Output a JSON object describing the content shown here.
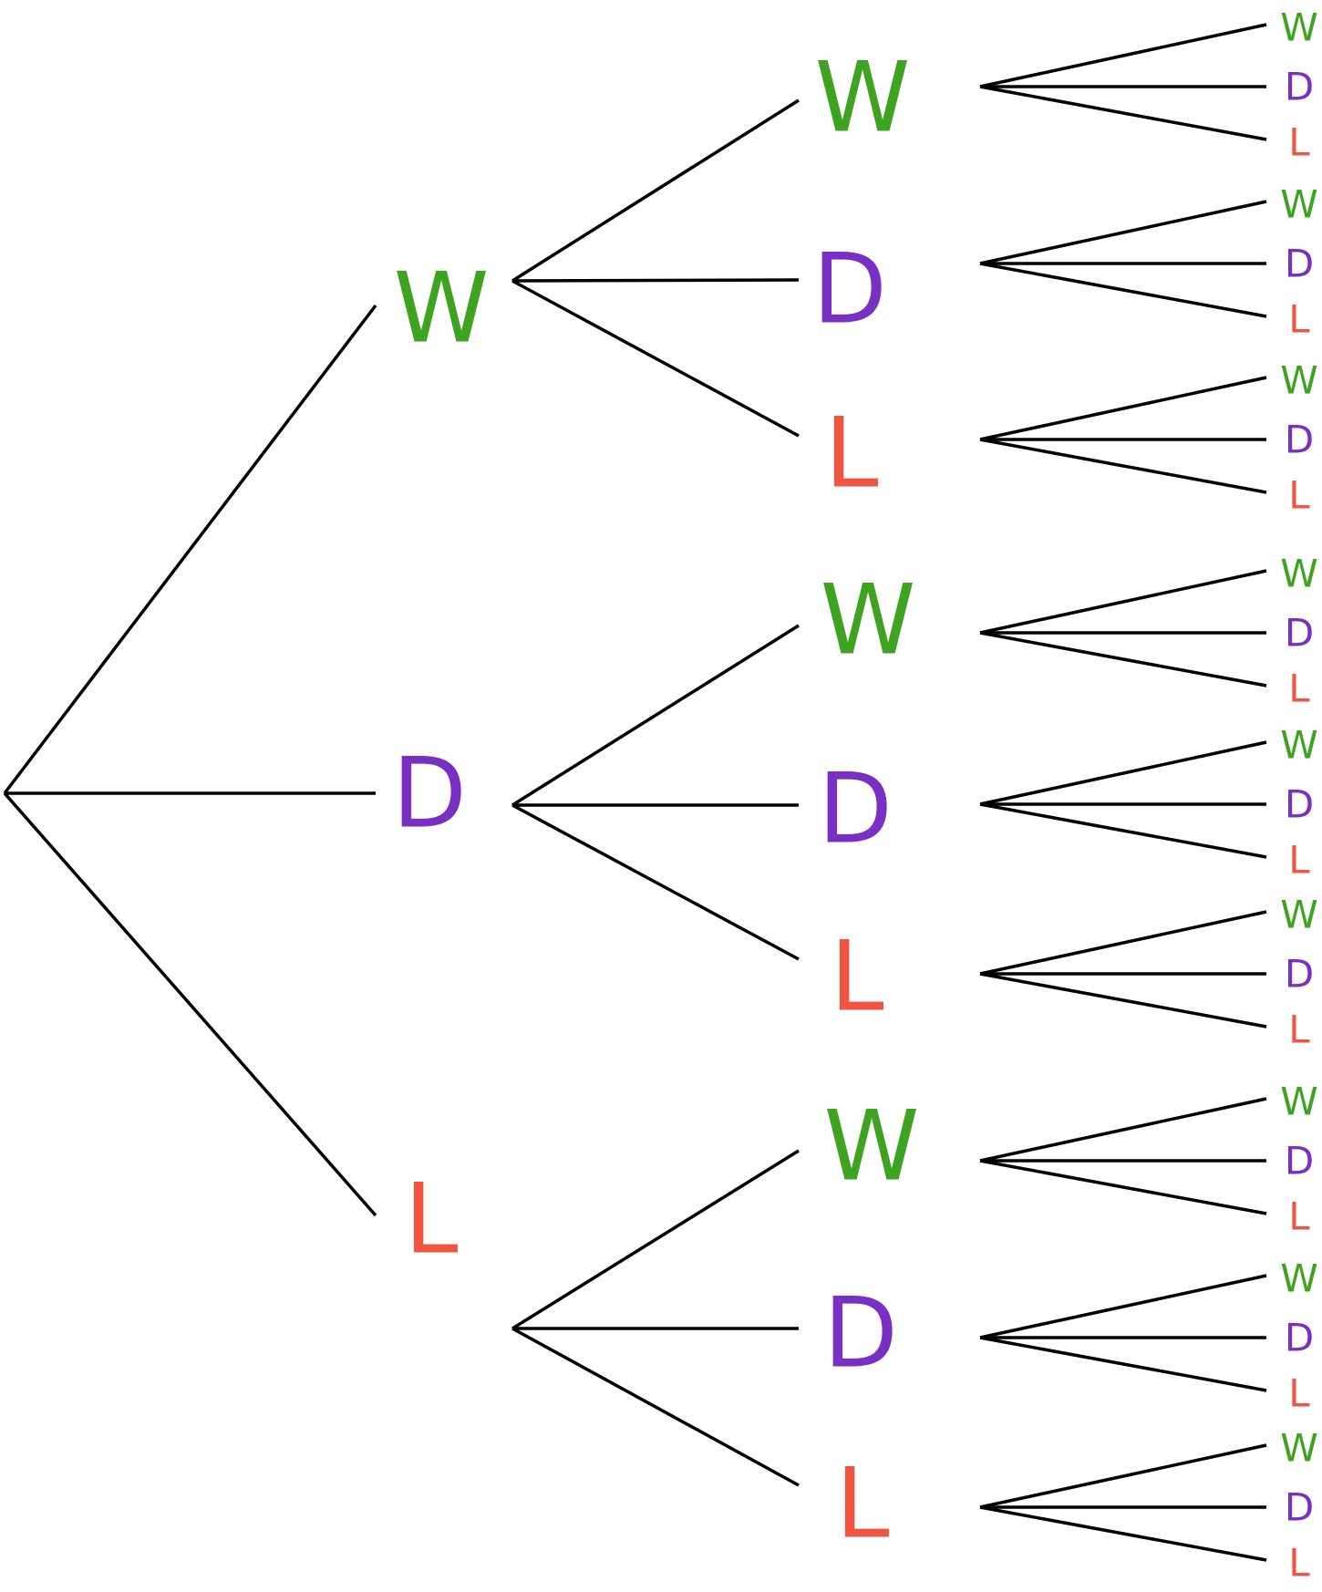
{
  "colors": {
    "W": "#3ea321",
    "D": "#7a2fc4",
    "L": "#f2553f"
  },
  "tree": {
    "level1": [
      "W",
      "D",
      "L"
    ],
    "level2": {
      "W": [
        "W",
        "D",
        "L"
      ],
      "D": [
        "W",
        "D",
        "L"
      ],
      "L": [
        "W",
        "D",
        "L"
      ]
    },
    "level3": {
      "W": {
        "W": [
          "W",
          "D",
          "L"
        ],
        "D": [
          "W",
          "D",
          "L"
        ],
        "L": [
          "W",
          "D",
          "L"
        ]
      },
      "D": {
        "W": [
          "W",
          "D",
          "L"
        ],
        "D": [
          "W",
          "D",
          "L"
        ],
        "L": [
          "W",
          "D",
          "L"
        ]
      },
      "L": {
        "W": [
          "W",
          "D",
          "L"
        ],
        "D": [
          "W",
          "D",
          "L"
        ],
        "L": [
          "W",
          "D",
          "L"
        ]
      }
    }
  }
}
